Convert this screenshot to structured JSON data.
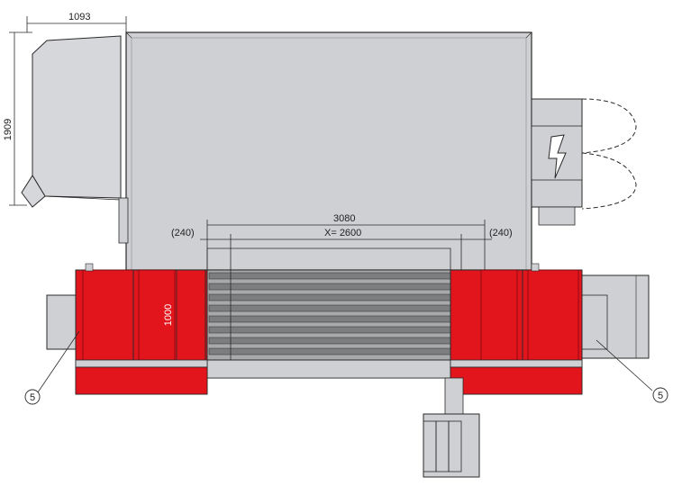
{
  "dimensions": {
    "top_width": "1093",
    "left_height": "1909",
    "overall_width": "3080",
    "inner_width": "X= 2600",
    "left_margin": "(240)",
    "right_margin": "(240)",
    "table_depth": "1000"
  },
  "callouts": {
    "left": "5",
    "right": "5"
  },
  "colors": {
    "red": "#e2141c",
    "grey": "#cfd0d3",
    "dark_bars": "#7d7e80",
    "line": "#2a2a2a"
  }
}
